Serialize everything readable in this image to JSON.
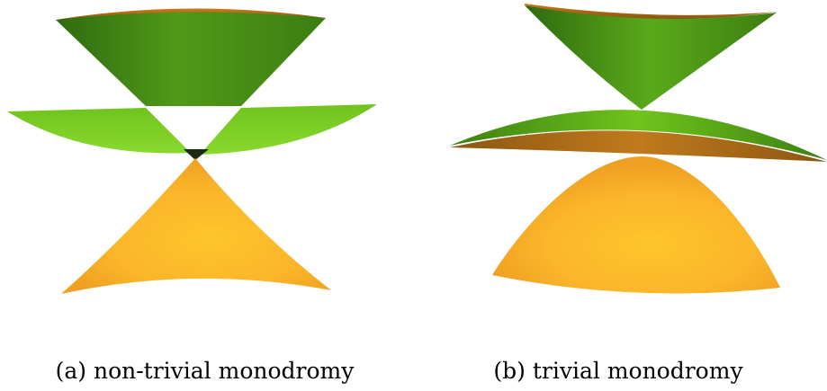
{
  "figure": {
    "panels": [
      {
        "id": "a",
        "caption": "(a) non-trivial monodromy"
      },
      {
        "id": "b",
        "caption": "(b) trivial monodromy"
      }
    ]
  },
  "colors": {
    "green_light": "#7ed321",
    "green_mid": "#4f9a18",
    "green_dark": "#2f6a10",
    "orange_light": "#ffc52a",
    "orange_mid": "#f3a322",
    "orange_dark": "#a8661a",
    "background": "#ffffff"
  }
}
